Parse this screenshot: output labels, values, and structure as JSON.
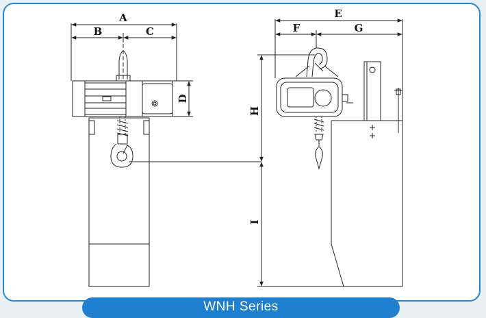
{
  "dimensions": {
    "a": "A",
    "b": "B",
    "c": "C",
    "d": "D",
    "e": "E",
    "f": "F",
    "g": "G",
    "h": "H",
    "i": "I"
  },
  "series_label": "WNH Series",
  "colors": {
    "frame_border": "#2b86d1",
    "banner": "#1f7fcf",
    "line": "#222222"
  }
}
